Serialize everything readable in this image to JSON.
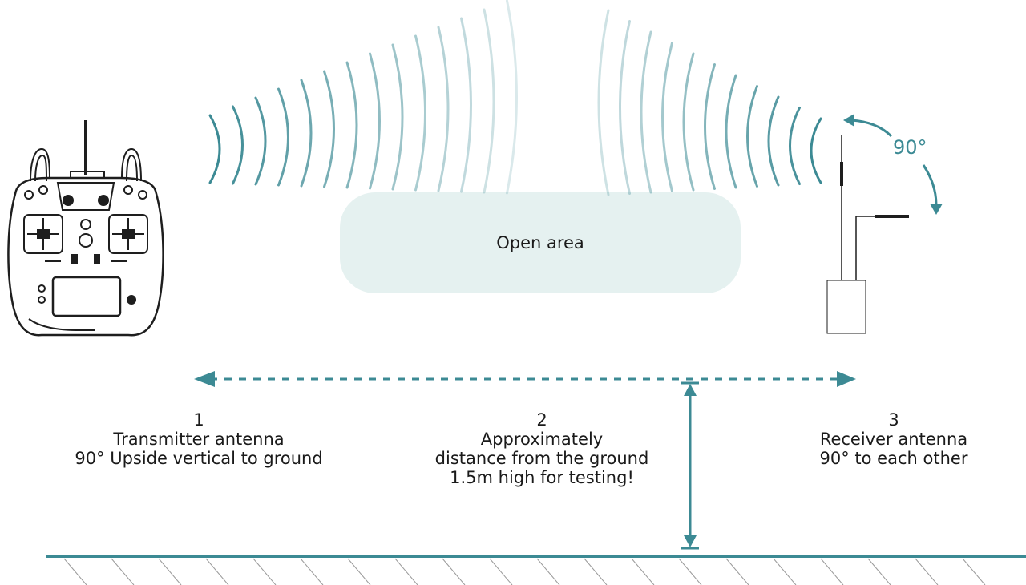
{
  "open_area": "Open area",
  "angle": "90°",
  "labels": [
    {
      "number": "1",
      "lines": [
        "Transmitter antenna",
        "90° Upside vertical to ground"
      ]
    },
    {
      "number": "2",
      "lines": [
        "Approximately",
        "distance from the ground",
        "1.5m high for testing!"
      ]
    },
    {
      "number": "3",
      "lines": [
        "Receiver antenna",
        "90° to each other"
      ]
    }
  ],
  "colors": {
    "accent": "#3c8a94",
    "area_fill": "#e5f1f0",
    "ground": "#3c8a94",
    "hatch": "#9a9a9a",
    "text": "#1a1a1a"
  }
}
